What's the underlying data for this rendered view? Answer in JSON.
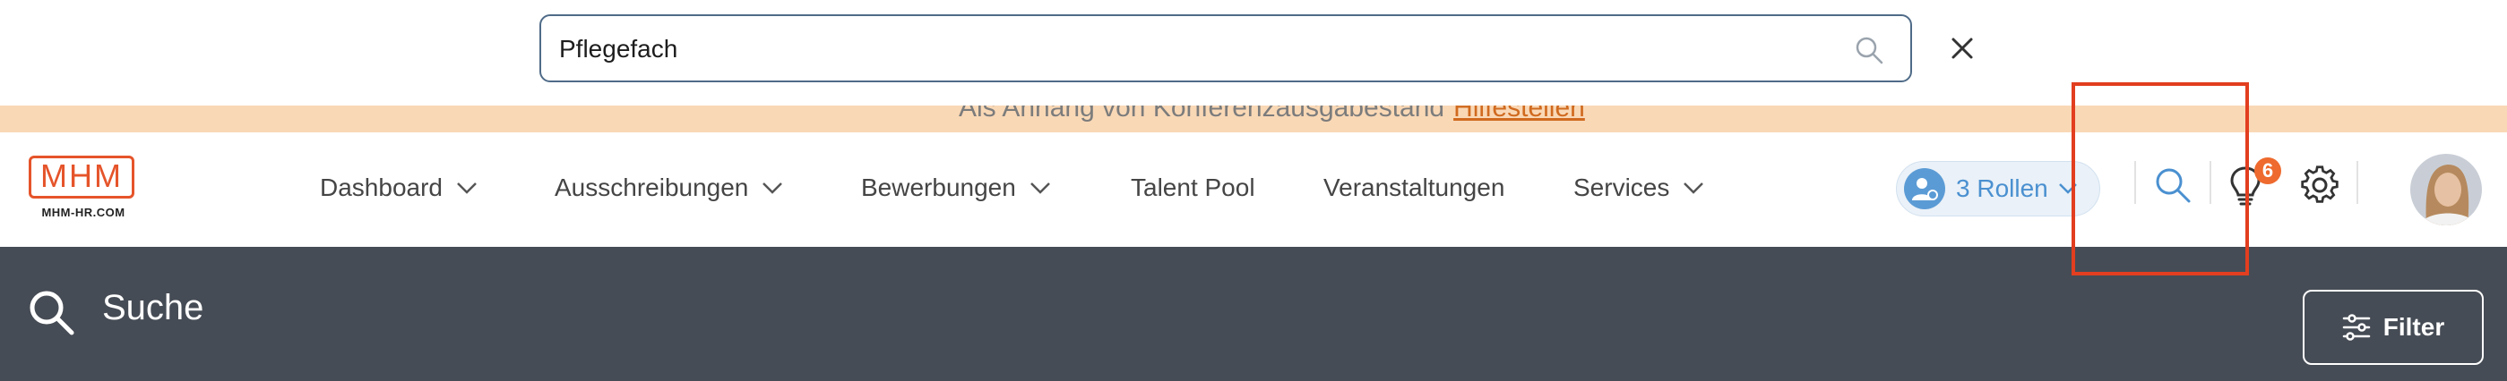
{
  "search": {
    "value": "Pflegefach",
    "placeholder": ""
  },
  "banner": {
    "text": "Als Anhang von Konferenzausgabestand",
    "link": "Hilfestellen"
  },
  "logo": {
    "letters": "MHM",
    "subtitle": "MHM-HR.COM"
  },
  "nav": {
    "dashboard": "Dashboard",
    "ausschreibungen": "Ausschreibungen",
    "bewerbungen": "Bewerbungen",
    "talent_pool": "Talent Pool",
    "veranstaltungen": "Veranstaltungen",
    "services": "Services"
  },
  "roles": {
    "label": "3 Rollen"
  },
  "notifications": {
    "count": "6"
  },
  "page": {
    "title": "Suche"
  },
  "filter": {
    "label": "Filter"
  },
  "colors": {
    "accent_orange": "#e5542a",
    "banner_bg": "#f9d8b6",
    "dark_bar": "#464c55",
    "link_blue": "#4a90d0",
    "highlight": "#e23e1f"
  }
}
